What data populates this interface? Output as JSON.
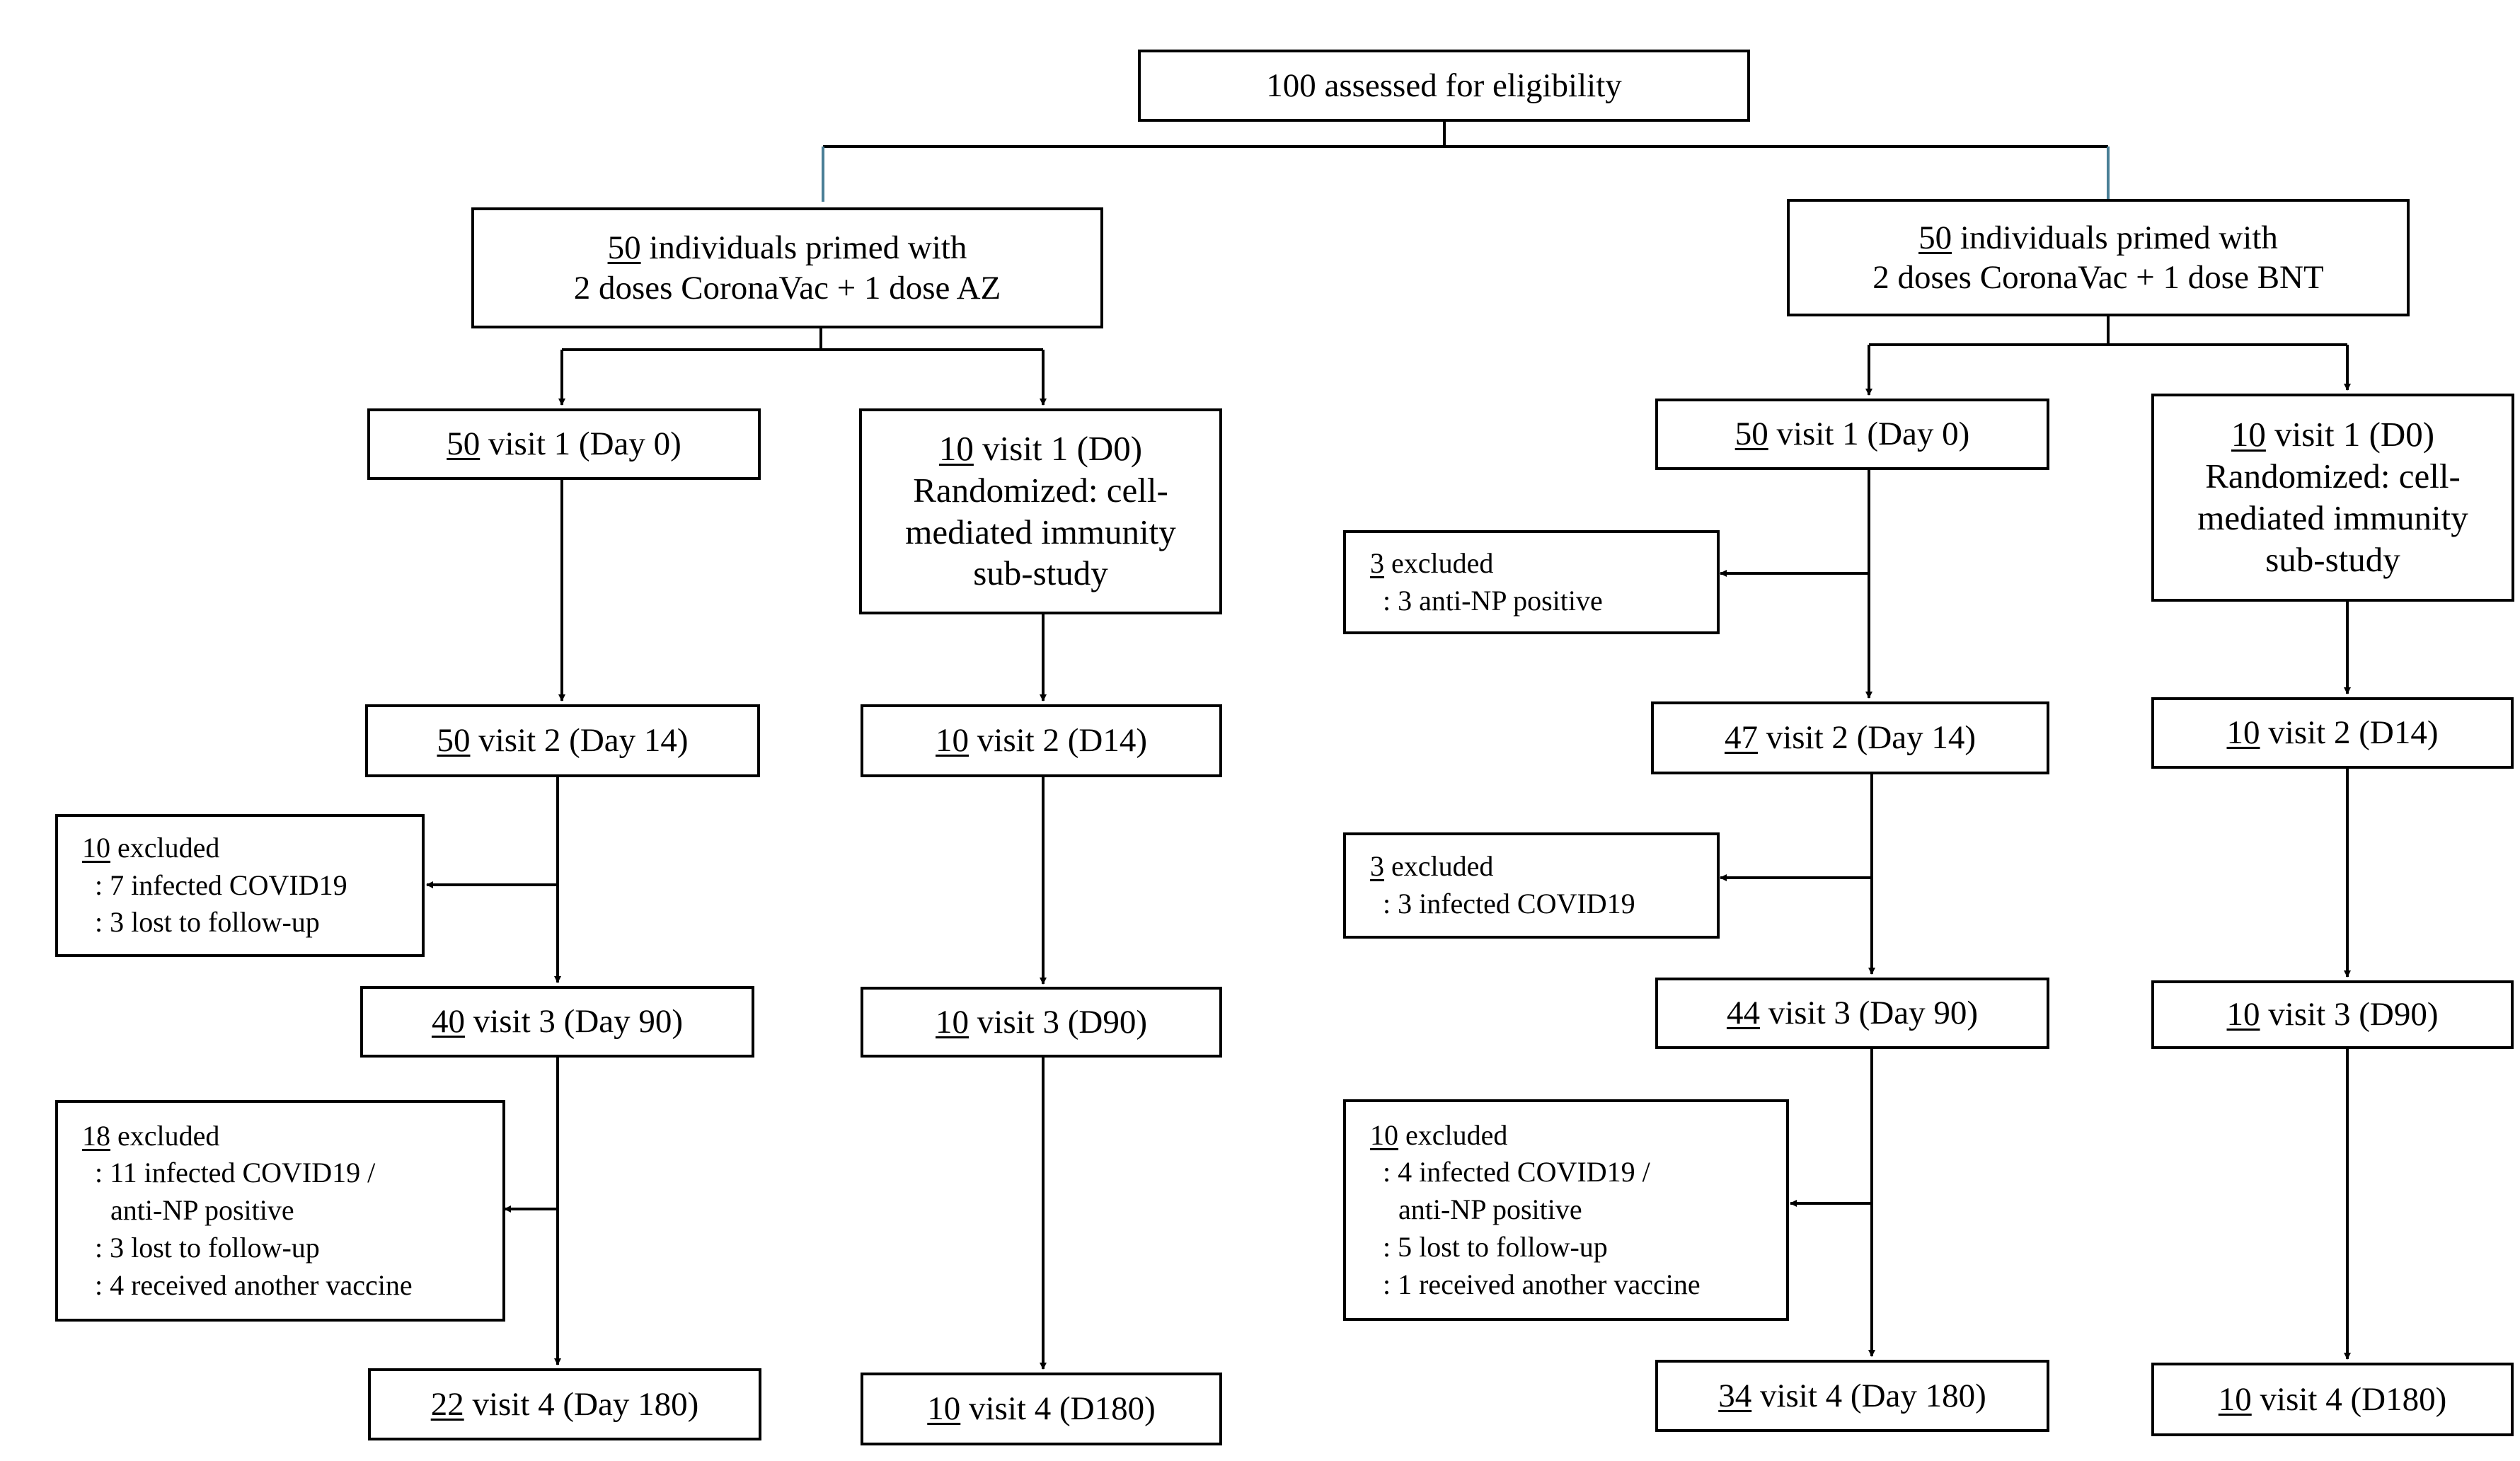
{
  "top": {
    "text": "100 assessed for eligibility"
  },
  "left": {
    "arm": {
      "n": "50",
      "line1_rest": " individuals primed with",
      "line2": "2 doses CoronaVac + 1 dose AZ"
    },
    "main": {
      "v1": {
        "n": "50",
        "rest": " visit 1 (Day 0)"
      },
      "v2": {
        "n": "50",
        "rest": " visit 2 (Day 14)"
      },
      "v3": {
        "n": "40",
        "rest": " visit 3 (Day 90)"
      },
      "v4": {
        "n": "22",
        "rest": " visit 4 (Day 180)"
      }
    },
    "sub": {
      "v1": {
        "n": "10",
        "rest": " visit 1 (D0)",
        "l2": "Randomized:  cell-",
        "l3": "mediated immunity",
        "l4": "sub-study"
      },
      "v2": {
        "n": "10",
        "rest": " visit 2 (D14)"
      },
      "v3": {
        "n": "10",
        "rest": " visit 3 (D90)"
      },
      "v4": {
        "n": "10",
        "rest": " visit 4 (D180)"
      }
    },
    "ex1": {
      "n": "10",
      "rest": " excluded",
      "l2": ": 7 infected COVID19",
      "l3": ": 3 lost to follow-up"
    },
    "ex2": {
      "n": "18",
      "rest": " excluded",
      "l2": ": 11 infected COVID19 /",
      "l3": "anti-NP positive",
      "l4": ": 3 lost to follow-up",
      "l5": ": 4 received another vaccine"
    }
  },
  "right": {
    "arm": {
      "n": "50",
      "line1_rest": " individuals primed with",
      "line2": "2 doses CoronaVac  + 1 dose BNT"
    },
    "main": {
      "v1": {
        "n": "50",
        "rest": " visit 1 (Day 0)"
      },
      "v2": {
        "n": "47",
        "rest": " visit 2 (Day 14)"
      },
      "v3": {
        "n": "44",
        "rest": " visit 3 (Day 90)"
      },
      "v4": {
        "n": "34",
        "rest": " visit 4 (Day 180)"
      }
    },
    "sub": {
      "v1": {
        "n": "10",
        "rest": " visit 1 (D0)",
        "l2": "Randomized:  cell-",
        "l3": "mediated immunity",
        "l4": "sub-study"
      },
      "v2": {
        "n": "10",
        "rest": " visit 2 (D14)"
      },
      "v3": {
        "n": "10",
        "rest": " visit 3 (D90)"
      },
      "v4": {
        "n": "10",
        "rest": " visit 4 (D180)"
      }
    },
    "ex0": {
      "n": "3",
      "rest": " excluded",
      "l2": ": 3 anti-NP positive"
    },
    "ex1": {
      "n": "3",
      "rest": " excluded",
      "l2": ": 3 infected COVID19"
    },
    "ex2": {
      "n": "10",
      "rest": " excluded",
      "l2": ": 4 infected COVID19 /",
      "l3": "anti-NP positive",
      "l4": ": 5 lost to follow-up",
      "l5": ": 1 received another vaccine"
    }
  },
  "colors": {
    "top_connector": "#4a7f96",
    "lines": "#000000"
  }
}
